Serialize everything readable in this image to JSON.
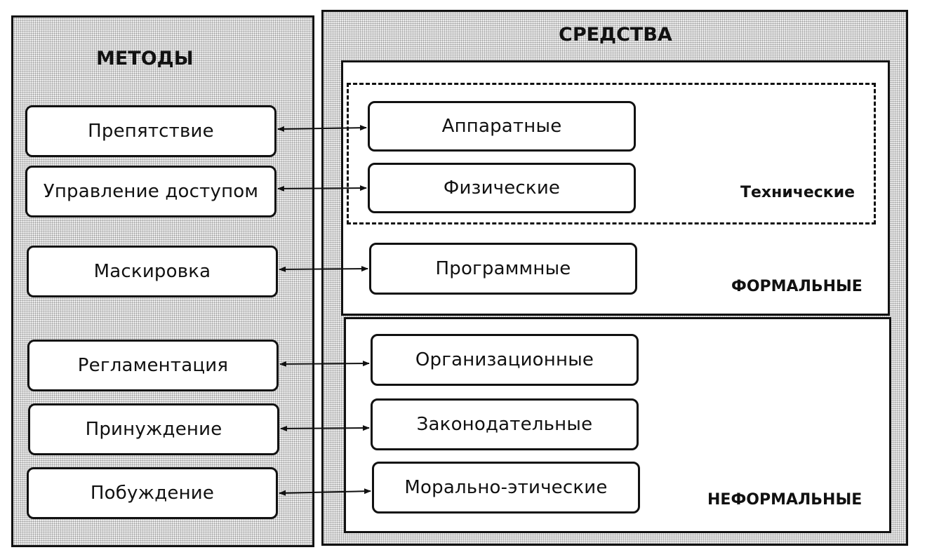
{
  "methods": {
    "title": "МЕТОДЫ",
    "items": [
      "Препятствие",
      "Управление доступом",
      "Маскировка",
      "Регламентация",
      "Принуждение",
      "Побуждение"
    ]
  },
  "means": {
    "title": "СРЕДСТВА",
    "formal": {
      "label": "ФОРМАЛЬНЫЕ",
      "technical": {
        "label": "Технические",
        "items": [
          "Аппаратные",
          "Физические"
        ]
      },
      "software": "Программные"
    },
    "informal": {
      "label": "НЕФОРМАЛЬНЫЕ",
      "items": [
        "Организационные",
        "Законодательные",
        "Морально-этические"
      ]
    }
  },
  "connections": "bidirectional"
}
